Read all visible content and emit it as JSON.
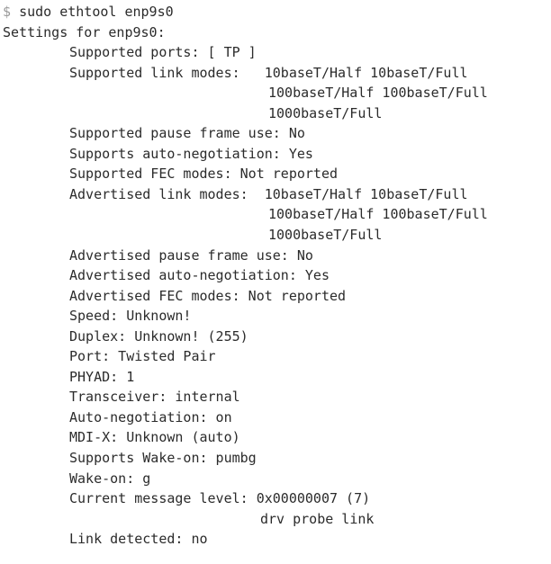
{
  "terminal": {
    "prompt": "$",
    "command": "sudo ethtool enp9s0",
    "header": "Settings for enp9s0:",
    "lines": [
      "Supported ports: [ TP ]",
      "Supported link modes:   10baseT/Half 10baseT/Full",
      "100baseT/Half 100baseT/Full",
      "1000baseT/Full",
      "Supported pause frame use: No",
      "Supports auto-negotiation: Yes",
      "Supported FEC modes: Not reported",
      "Advertised link modes:  10baseT/Half 10baseT/Full",
      "100baseT/Half 100baseT/Full",
      "1000baseT/Full",
      "Advertised pause frame use: No",
      "Advertised auto-negotiation: Yes",
      "Advertised FEC modes: Not reported",
      "Speed: Unknown!",
      "Duplex: Unknown! (255)",
      "Port: Twisted Pair",
      "PHYAD: 1",
      "Transceiver: internal",
      "Auto-negotiation: on",
      "MDI-X: Unknown (auto)",
      "Supports Wake-on: pumbg",
      "Wake-on: g",
      "Current message level: 0x00000007 (7)",
      "drv probe link",
      "Link detected: no"
    ]
  }
}
